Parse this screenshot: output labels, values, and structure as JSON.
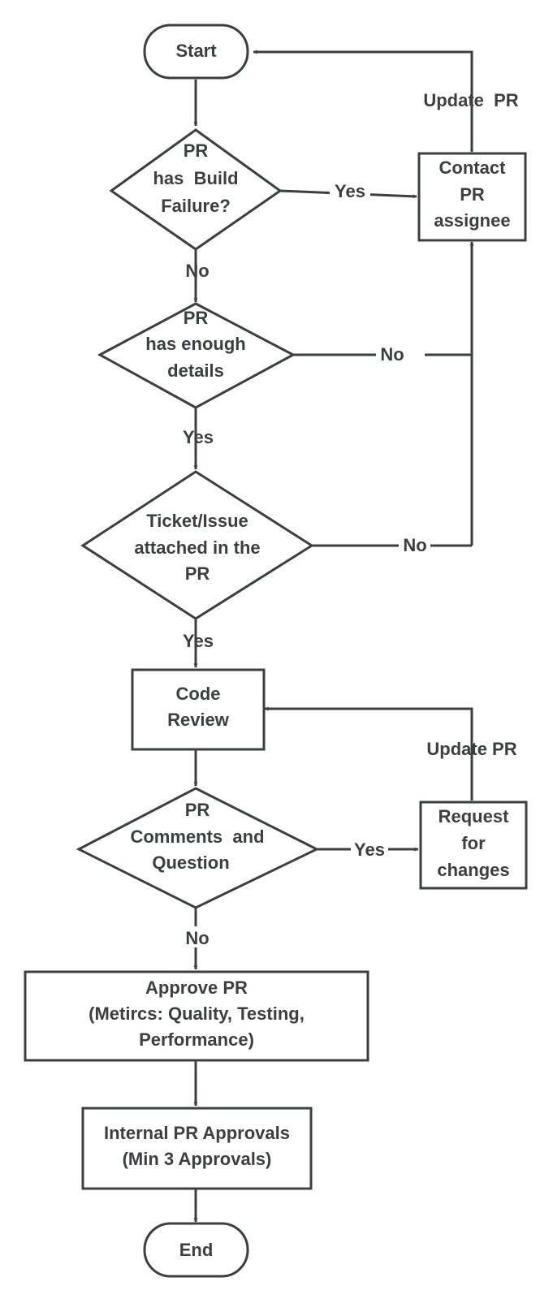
{
  "nodes": {
    "start": "Start",
    "build_failure": [
      "PR",
      "has  Build",
      "Failure?"
    ],
    "contact_assignee": [
      "Contact",
      "PR",
      "assignee"
    ],
    "enough_details": [
      "PR",
      "has enough",
      "details"
    ],
    "ticket_attached": [
      "Ticket/Issue",
      "attached in the",
      "PR"
    ],
    "code_review": [
      "Code",
      "Review"
    ],
    "comments_question": [
      "PR",
      "Comments  and",
      "Question"
    ],
    "request_changes": [
      "Request",
      "for",
      "changes"
    ],
    "approve_pr": [
      "Approve PR",
      "(Metircs: Quality, Testing,",
      "Performance)"
    ],
    "internal_approvals": [
      "Internal PR Approvals",
      "(Min 3 Approvals)"
    ],
    "end": "End"
  },
  "edge_labels": {
    "update_pr_top": "Update  PR",
    "build_yes": "Yes",
    "build_no": "No",
    "details_no": "No",
    "details_yes": "Yes",
    "ticket_no": "No",
    "ticket_yes": "Yes",
    "update_pr_review": "Update PR",
    "comments_yes": "Yes",
    "comments_no": "No"
  },
  "colors": {
    "stroke": "#3b3f44",
    "text": "#3b3f44",
    "background": "#ffffff"
  }
}
